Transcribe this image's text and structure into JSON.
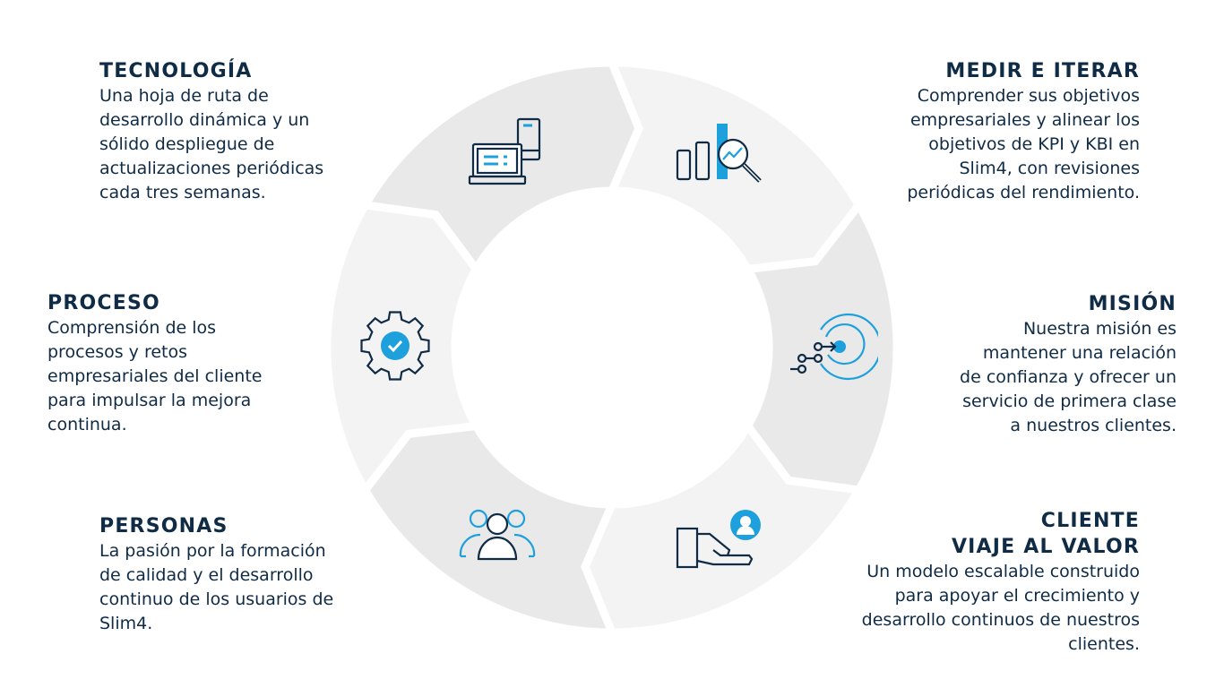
{
  "colors": {
    "text": "#0f2b45",
    "accent": "#1ea0dd",
    "segment_dark": "#e9e9e9",
    "segment_light": "#f3f3f3"
  },
  "segments": [
    {
      "id": "tecnologia",
      "title_lines": [
        "TECNOLOGÍA"
      ],
      "body_lines": [
        "Una hoja de ruta de",
        "desarrollo dinámica y un",
        "sólido despliegue de",
        "actualizaciones periódicas",
        "cada tres semanas."
      ],
      "icon": "devices-icon"
    },
    {
      "id": "medir",
      "title_lines": [
        "MEDIR E ITERAR"
      ],
      "body_lines": [
        "Comprender sus objetivos",
        "empresariales y alinear los",
        "objetivos de KPI y KBI en",
        "Slim4, con revisiones",
        "periódicas del rendimiento."
      ],
      "icon": "analytics-icon"
    },
    {
      "id": "mision",
      "title_lines": [
        "MISIÓN"
      ],
      "body_lines": [
        "Nuestra misión es",
        "mantener una relación",
        "de confianza y ofrecer un",
        "servicio de primera clase",
        "a nuestros clientes."
      ],
      "icon": "target-icon"
    },
    {
      "id": "cliente",
      "title_lines": [
        "CLIENTE",
        "VIAJE AL VALOR"
      ],
      "body_lines": [
        "Un modelo escalable construido",
        "para apoyar el crecimiento y",
        "desarrollo continuos de nuestros",
        "clientes."
      ],
      "icon": "hand-user-icon"
    },
    {
      "id": "personas",
      "title_lines": [
        "PERSONAS"
      ],
      "body_lines": [
        "La pasión por la formación",
        "de calidad y el desarrollo",
        "continuo de los usuarios de",
        "Slim4."
      ],
      "icon": "people-icon"
    },
    {
      "id": "proceso",
      "title_lines": [
        "PROCESO"
      ],
      "body_lines": [
        "Comprensión de los",
        "procesos y retos",
        "empresariales del cliente",
        "para impulsar la mejora",
        "continua."
      ],
      "icon": "gear-check-icon"
    }
  ]
}
